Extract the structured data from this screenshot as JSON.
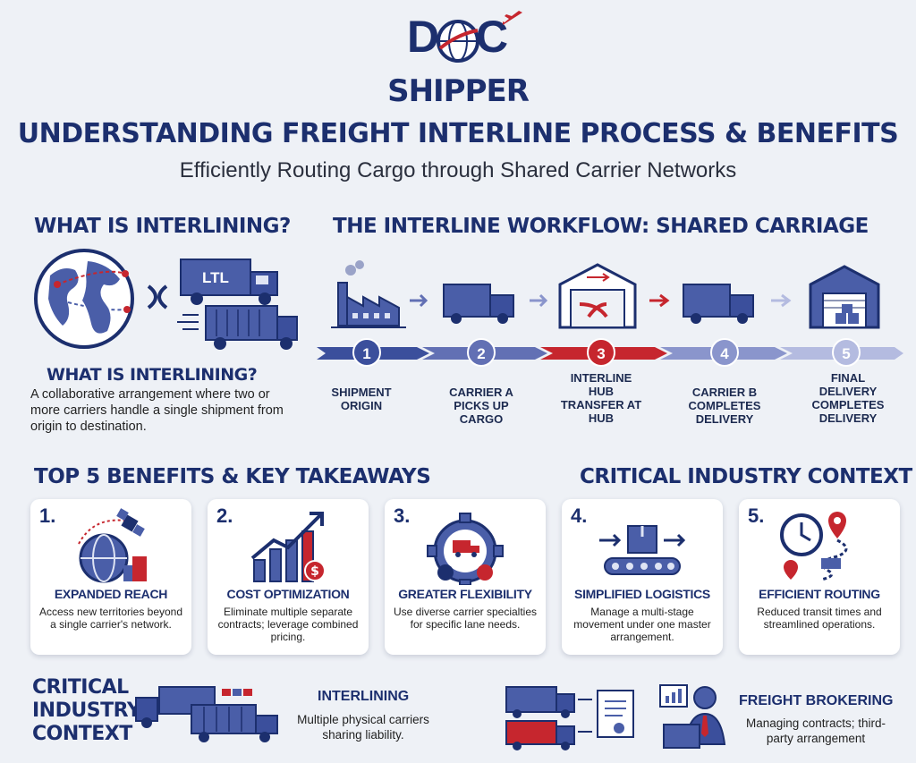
{
  "logo": {
    "line1": "DOC",
    "line2": "SHIPPER"
  },
  "header": {
    "title": "UNDERSTANDING FREIGHT INTERLINE PROCESS & BENEFITS",
    "subtitle": "Efficiently Routing Cargo through Shared Carrier Networks"
  },
  "what_is": {
    "heading": "WHAT IS INTERLINING?",
    "truck_label": "LTL",
    "subheading": "WHAT IS INTERLINING?",
    "description": "A collaborative arrangement where two or more carriers handle a single shipment from origin to destination."
  },
  "workflow": {
    "heading": "THE INTERLINE WORKFLOW: SHARED CARRIAGE",
    "steps": [
      {
        "number": "1",
        "label": "SHIPMENT ORIGIN",
        "color": "#3b4f9c"
      },
      {
        "number": "2",
        "label": "CARRIER A PICKS UP CARGO",
        "color": "#6270b4"
      },
      {
        "number": "3",
        "label": "INTERLINE HUB TRANSFER AT HUB",
        "color": "#c6262e"
      },
      {
        "number": "4",
        "label": "CARRIER B COMPLETES DELIVERY",
        "color": "#8a95cc"
      },
      {
        "number": "5",
        "label": "FINAL DELIVERY COMPLETES DELIVERY",
        "color": "#b4bbe0"
      }
    ]
  },
  "benefits": {
    "heading": "TOP 5 BENEFITS & KEY TAKEAWAYS",
    "context_heading": "CRITICAL INDUSTRY CONTEXT",
    "items": [
      {
        "number": "1.",
        "title": "EXPANDED REACH",
        "description": "Access new territories beyond a single carrier's network.",
        "icon": "globe-satellite-icon"
      },
      {
        "number": "2.",
        "title": "COST OPTIMIZATION",
        "description": "Eliminate multiple separate contracts; leverage combined pricing.",
        "icon": "growth-chart-icon"
      },
      {
        "number": "3.",
        "title": "GREATER FLEXIBILITY",
        "description": "Use diverse carrier specialties for specific lane needs.",
        "icon": "gear-transport-icon"
      },
      {
        "number": "4.",
        "title": "SIMPLIFIED LOGISTICS",
        "description": "Manage a multi-stage movement under one master arrangement.",
        "icon": "conveyor-box-icon"
      },
      {
        "number": "5.",
        "title": "EFFICIENT ROUTING",
        "description": "Reduced transit times and streamlined operations.",
        "icon": "clock-route-icon"
      }
    ]
  },
  "context": {
    "heading": "CRITICAL INDUSTRY CONTEXT",
    "interlining": {
      "title": "INTERLINING",
      "description": "Multiple physical carriers sharing liability."
    },
    "brokering": {
      "title": "FREIGHT BROKERING",
      "description": "Managing contracts; third-party arrangement"
    }
  },
  "colors": {
    "navy": "#1c2f6e",
    "red": "#c6262e",
    "blue": "#4a5ea8"
  }
}
